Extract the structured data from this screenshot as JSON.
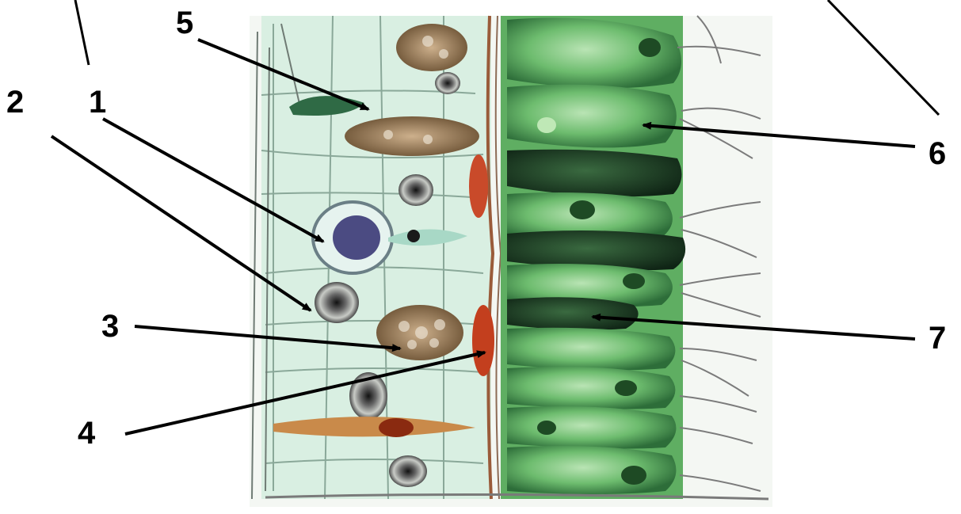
{
  "figure": {
    "labels": {
      "l1": "1",
      "l2": "2",
      "l3": "3",
      "l4": "4",
      "l5": "5",
      "l6": "6",
      "l7": "7"
    },
    "colors": {
      "background": "#ffffff",
      "left_tissue": "#d9efe2",
      "right_tissue": "#5fae62",
      "dark_cell": "#1f4727",
      "brown_granules": "#8b6a45",
      "red_cell": "#c33f1e",
      "nucleus": "#3b3b3b",
      "leader_lines": "#000000"
    }
  }
}
